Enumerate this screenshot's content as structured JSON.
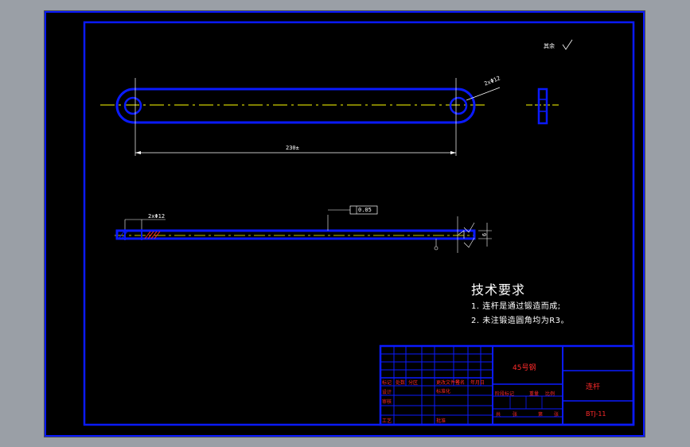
{
  "drawing": {
    "view_top": {
      "length_dim": "230±",
      "hole_callout": "2xΦ12"
    },
    "view_side": {
      "hole_callout": "2xΦ12",
      "tolerance_frame": "0.05",
      "thickness_dim": "6"
    },
    "roughness_note": "其余"
  },
  "tech_notes": {
    "title": "技术要求",
    "items": [
      "1. 连杆是通过锻造而成;",
      "2. 未注锻造圆角均为R3。"
    ]
  },
  "title_block": {
    "material": "45号钢",
    "part_name": "连杆",
    "drawing_no": "BTJ-11",
    "row_labels": [
      "标记",
      "设计",
      "审核",
      "工艺"
    ],
    "col_labels": [
      "处数",
      "分区",
      "更改文件号",
      "签名",
      "年月日"
    ],
    "std_label": "标准化",
    "stage_labels": [
      "阶段标记",
      "重量",
      "比例"
    ],
    "sheet_labels": [
      "共",
      "张",
      "第",
      "张"
    ],
    "approve_label": "批准"
  },
  "colors": {
    "frame": "#0a1aff",
    "centerline": "#ffff00",
    "title_text": "#ff2a2a",
    "annotation": "#ffffff"
  }
}
